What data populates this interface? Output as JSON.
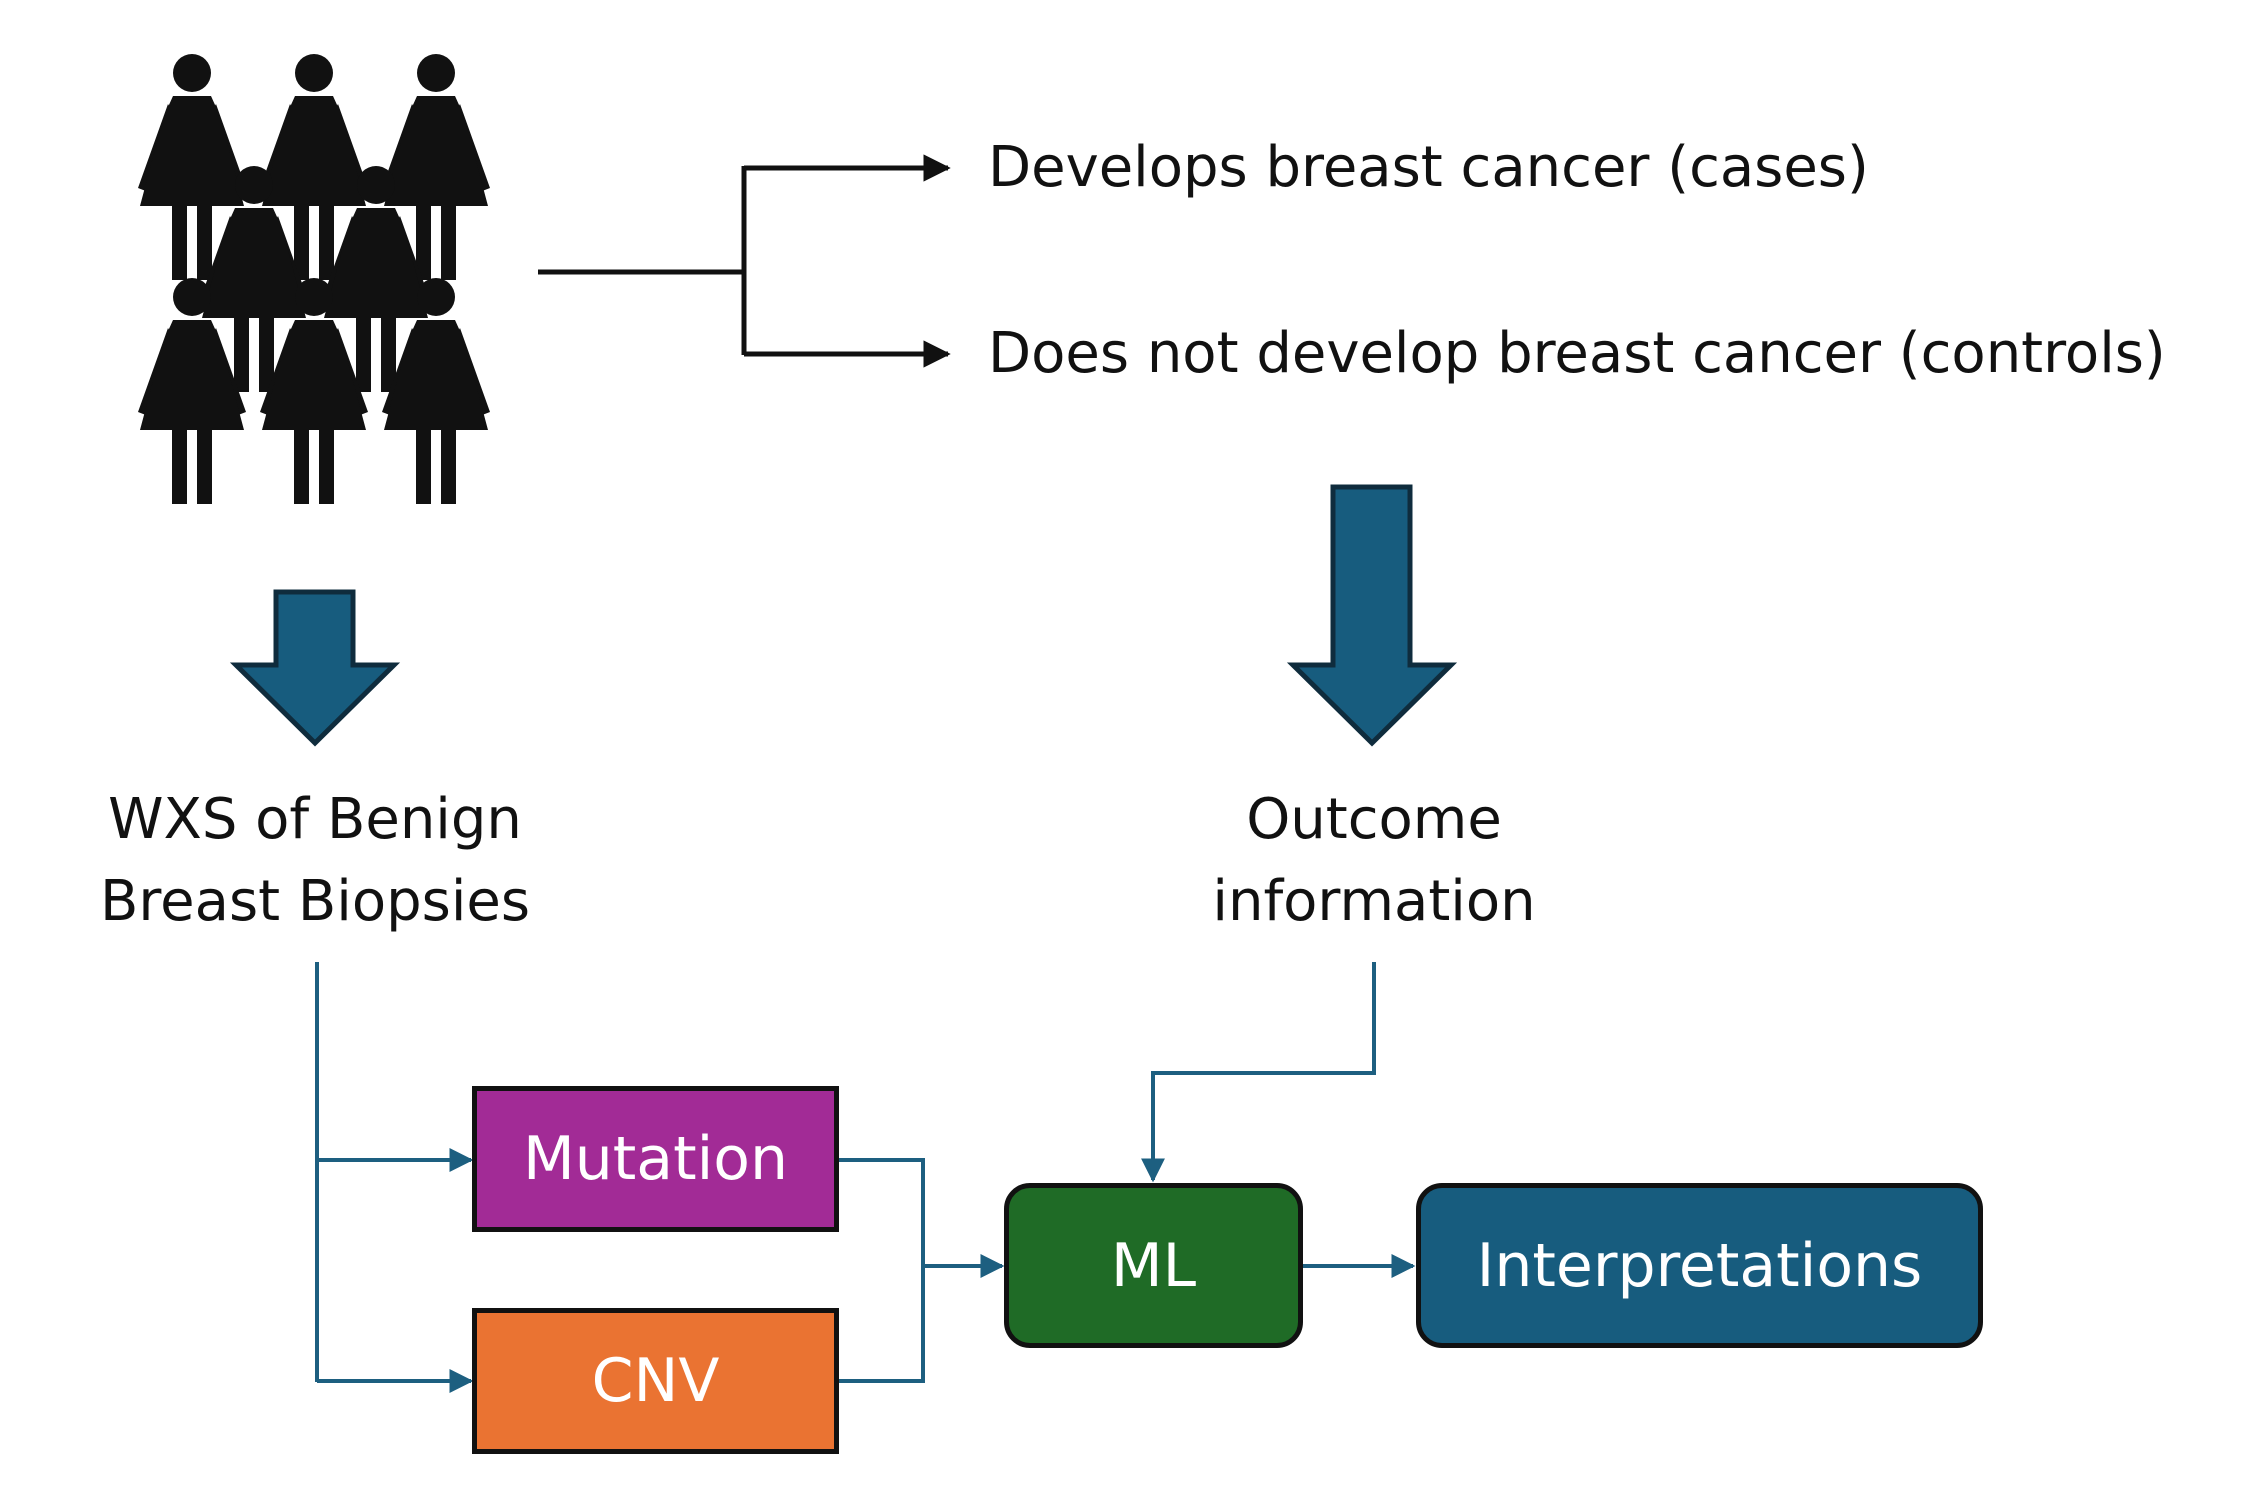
{
  "outcomes": {
    "cases": "Develops breast cancer (cases)",
    "controls": "Does not develop breast cancer (controls)"
  },
  "wxs": {
    "line1": "WXS of Benign",
    "line2": "Breast Biopsies"
  },
  "outcome_info": {
    "line1": "Outcome",
    "line2": "information"
  },
  "boxes": {
    "mutation": "Mutation",
    "cnv": "CNV",
    "ml": "ML",
    "interpretations": "Interpretations"
  },
  "icons": {
    "population": "women-group-icon",
    "big_arrow": "down-arrow-icon"
  },
  "colors": {
    "arrow_fill": "#175c7e",
    "arrow_stroke": "#0f2c3d",
    "connector": "#1d5f80",
    "mutation": "#a22b96",
    "cnv": "#ea7332",
    "ml": "#1f6b26",
    "interpretations": "#175c7e",
    "black": "#111111"
  }
}
